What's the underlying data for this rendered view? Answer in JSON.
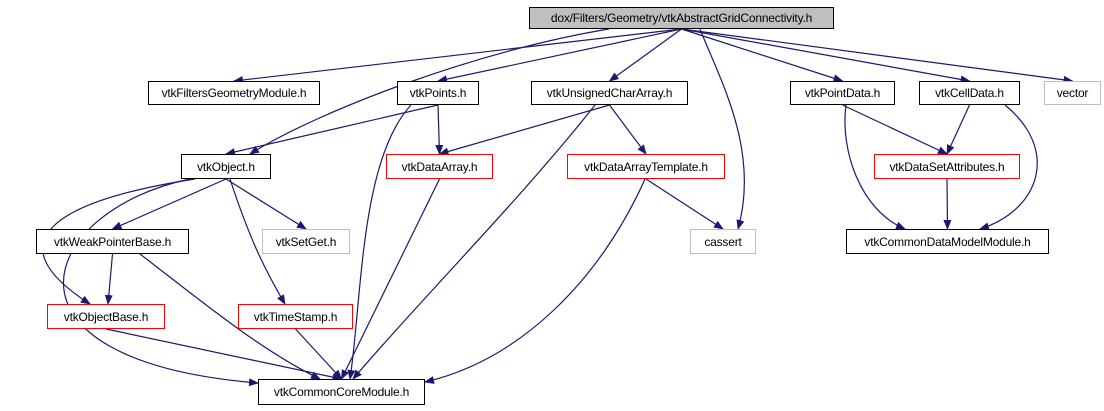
{
  "graph": {
    "edge_color": "#191970",
    "nodes": [
      {
        "id": "root",
        "label": "dox/Filters/Geometry/vtkAbstractGridConnectivity.h",
        "border": "#000000",
        "fill": "#bfbfbf"
      },
      {
        "id": "fgm",
        "label": "vtkFiltersGeometryModule.h",
        "border": "#000000",
        "fill": "#ffffff"
      },
      {
        "id": "points",
        "label": "vtkPoints.h",
        "border": "#000000",
        "fill": "#ffffff"
      },
      {
        "id": "ucarr",
        "label": "vtkUnsignedCharArray.h",
        "border": "#000000",
        "fill": "#ffffff"
      },
      {
        "id": "pdata",
        "label": "vtkPointData.h",
        "border": "#000000",
        "fill": "#ffffff"
      },
      {
        "id": "cdata",
        "label": "vtkCellData.h",
        "border": "#000000",
        "fill": "#ffffff"
      },
      {
        "id": "vector",
        "label": "vector",
        "border": "#bfbfbf",
        "fill": "#ffffff"
      },
      {
        "id": "object",
        "label": "vtkObject.h",
        "border": "#000000",
        "fill": "#ffffff"
      },
      {
        "id": "darr",
        "label": "vtkDataArray.h",
        "border": "#ff0000",
        "fill": "#ffffff"
      },
      {
        "id": "darrt",
        "label": "vtkDataArrayTemplate.h",
        "border": "#ff0000",
        "fill": "#ffffff"
      },
      {
        "id": "dsattr",
        "label": "vtkDataSetAttributes.h",
        "border": "#ff0000",
        "fill": "#ffffff"
      },
      {
        "id": "wpb",
        "label": "vtkWeakPointerBase.h",
        "border": "#000000",
        "fill": "#ffffff"
      },
      {
        "id": "setget",
        "label": "vtkSetGet.h",
        "border": "#bfbfbf",
        "fill": "#ffffff"
      },
      {
        "id": "cassert",
        "label": "cassert",
        "border": "#bfbfbf",
        "fill": "#ffffff"
      },
      {
        "id": "cdmm",
        "label": "vtkCommonDataModelModule.h",
        "border": "#000000",
        "fill": "#ffffff"
      },
      {
        "id": "objbase",
        "label": "vtkObjectBase.h",
        "border": "#ff0000",
        "fill": "#ffffff"
      },
      {
        "id": "tstamp",
        "label": "vtkTimeStamp.h",
        "border": "#ff0000",
        "fill": "#ffffff"
      },
      {
        "id": "ccm",
        "label": "vtkCommonCoreModule.h",
        "border": "#000000",
        "fill": "#ffffff"
      }
    ],
    "edges": [
      [
        "root",
        "fgm"
      ],
      [
        "root",
        "points"
      ],
      [
        "root",
        "ucarr"
      ],
      [
        "root",
        "pdata"
      ],
      [
        "root",
        "cdata"
      ],
      [
        "root",
        "vector"
      ],
      [
        "root",
        "object"
      ],
      [
        "root",
        "cassert"
      ],
      [
        "points",
        "object"
      ],
      [
        "points",
        "darr"
      ],
      [
        "points",
        "ccm"
      ],
      [
        "ucarr",
        "darr"
      ],
      [
        "ucarr",
        "darrt"
      ],
      [
        "ucarr",
        "ccm"
      ],
      [
        "object",
        "wpb"
      ],
      [
        "object",
        "setget"
      ],
      [
        "object",
        "objbase"
      ],
      [
        "object",
        "tstamp"
      ],
      [
        "object",
        "ccm"
      ],
      [
        "wpb",
        "objbase"
      ],
      [
        "wpb",
        "ccm"
      ],
      [
        "objbase",
        "ccm"
      ],
      [
        "tstamp",
        "ccm"
      ],
      [
        "darr",
        "ccm"
      ],
      [
        "darrt",
        "ccm"
      ],
      [
        "darrt",
        "cassert"
      ],
      [
        "pdata",
        "dsattr"
      ],
      [
        "pdata",
        "cdmm"
      ],
      [
        "cdata",
        "dsattr"
      ],
      [
        "cdata",
        "cdmm"
      ],
      [
        "dsattr",
        "cdmm"
      ]
    ]
  }
}
